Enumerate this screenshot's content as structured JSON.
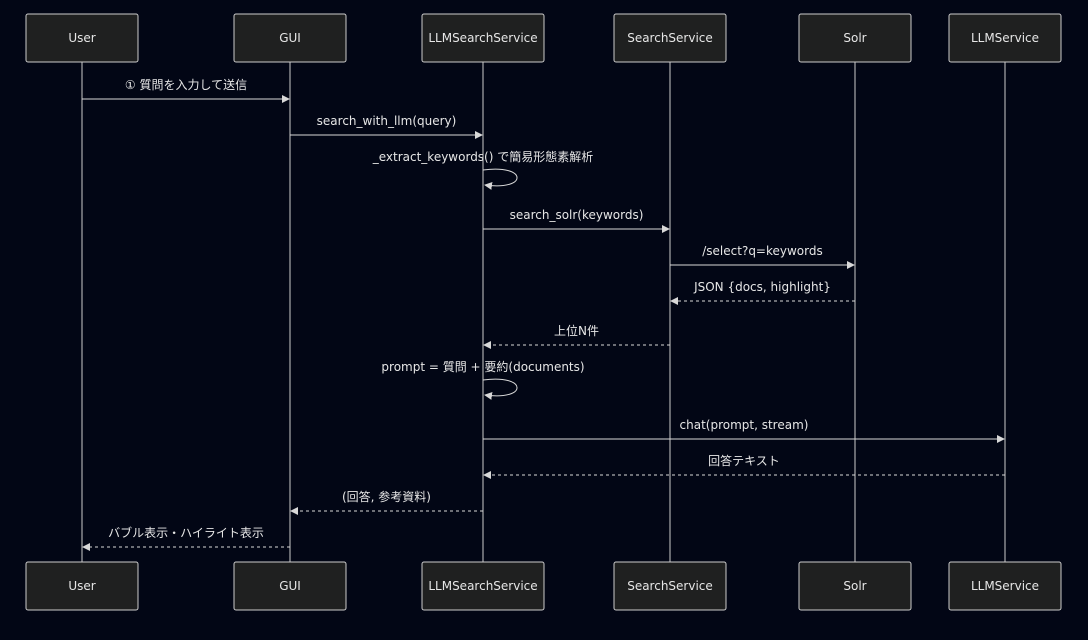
{
  "diagram": {
    "actors": [
      {
        "id": "user",
        "label": "User"
      },
      {
        "id": "gui",
        "label": "GUI"
      },
      {
        "id": "llmsearch",
        "label": "LLMSearchService"
      },
      {
        "id": "search",
        "label": "SearchService"
      },
      {
        "id": "solr",
        "label": "Solr"
      },
      {
        "id": "llm",
        "label": "LLMService"
      }
    ],
    "messages": [
      {
        "from": "user",
        "to": "gui",
        "label": "① 質問を入力して送信",
        "dashed": false
      },
      {
        "from": "gui",
        "to": "llmsearch",
        "label": "search_with_llm(query)",
        "dashed": false
      },
      {
        "from": "llmsearch",
        "to": "llmsearch",
        "label": "_extract_keywords() で簡易形態素解析",
        "dashed": false
      },
      {
        "from": "llmsearch",
        "to": "search",
        "label": "search_solr(keywords)",
        "dashed": false
      },
      {
        "from": "search",
        "to": "solr",
        "label": "/select?q=keywords",
        "dashed": false
      },
      {
        "from": "solr",
        "to": "search",
        "label": "JSON {docs, highlight}",
        "dashed": true
      },
      {
        "from": "search",
        "to": "llmsearch",
        "label": "上位N件",
        "dashed": true
      },
      {
        "from": "llmsearch",
        "to": "llmsearch",
        "label": "prompt = 質問 + 要約(documents)",
        "dashed": false
      },
      {
        "from": "llmsearch",
        "to": "llm",
        "label": "chat(prompt, stream)",
        "dashed": false
      },
      {
        "from": "llm",
        "to": "llmsearch",
        "label": "回答テキスト",
        "dashed": true
      },
      {
        "from": "llmsearch",
        "to": "gui",
        "label": "(回答, 参考資料)",
        "dashed": true
      },
      {
        "from": "gui",
        "to": "user",
        "label": "バブル表示・ハイライト表示",
        "dashed": true
      }
    ]
  }
}
